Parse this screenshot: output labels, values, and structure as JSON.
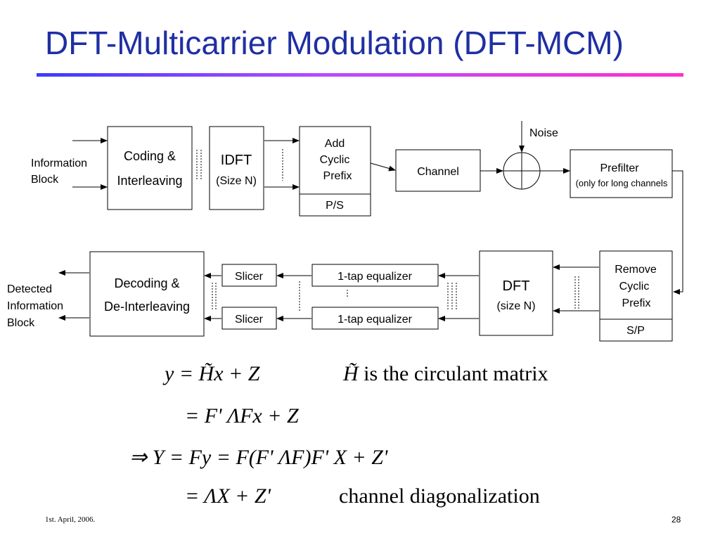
{
  "slide": {
    "title": "DFT-Multicarrier Modulation (DFT-MCM)",
    "footer_date": "1st. April, 2006.",
    "page_number": "28"
  },
  "diagram": {
    "input_label_1": "Information",
    "input_label_2": "Block",
    "coding_1": "Coding &",
    "coding_2": "Interleaving",
    "idft_1": "IDFT",
    "idft_2": "(Size N)",
    "add_cp_1": "Add",
    "add_cp_2": "Cyclic",
    "add_cp_3": "Prefix",
    "ps": "P/S",
    "channel": "Channel",
    "noise": "Noise",
    "prefilter_1": "Prefilter",
    "prefilter_2": "(only for long channels",
    "remove_cp_1": "Remove",
    "remove_cp_2": "Cyclic",
    "remove_cp_3": "Prefix",
    "sp": "S/P",
    "dft_1": "DFT",
    "dft_2": "(size N)",
    "equalizer_1": "1-tap equalizer",
    "equalizer_2": "1-tap equalizer",
    "slicer_1": "Slicer",
    "slicer_2": "Slicer",
    "decoding_1": "Decoding &",
    "decoding_2": "De-Interleaving",
    "output_label_1": "Detected",
    "output_label_2": "Information",
    "output_label_3": "Block"
  },
  "equations": {
    "line1_lhs": "y = H̃x + Z",
    "line1_sym": "H̃",
    "line1_note": " is the circulant matrix",
    "line2": "= F' ΛFx + Z",
    "line3": "⇒ Y = Fy = F(F' ΛF)F' X + Z'",
    "line4": "= ΛX + Z'",
    "line4_note": "channel diagonalization"
  }
}
